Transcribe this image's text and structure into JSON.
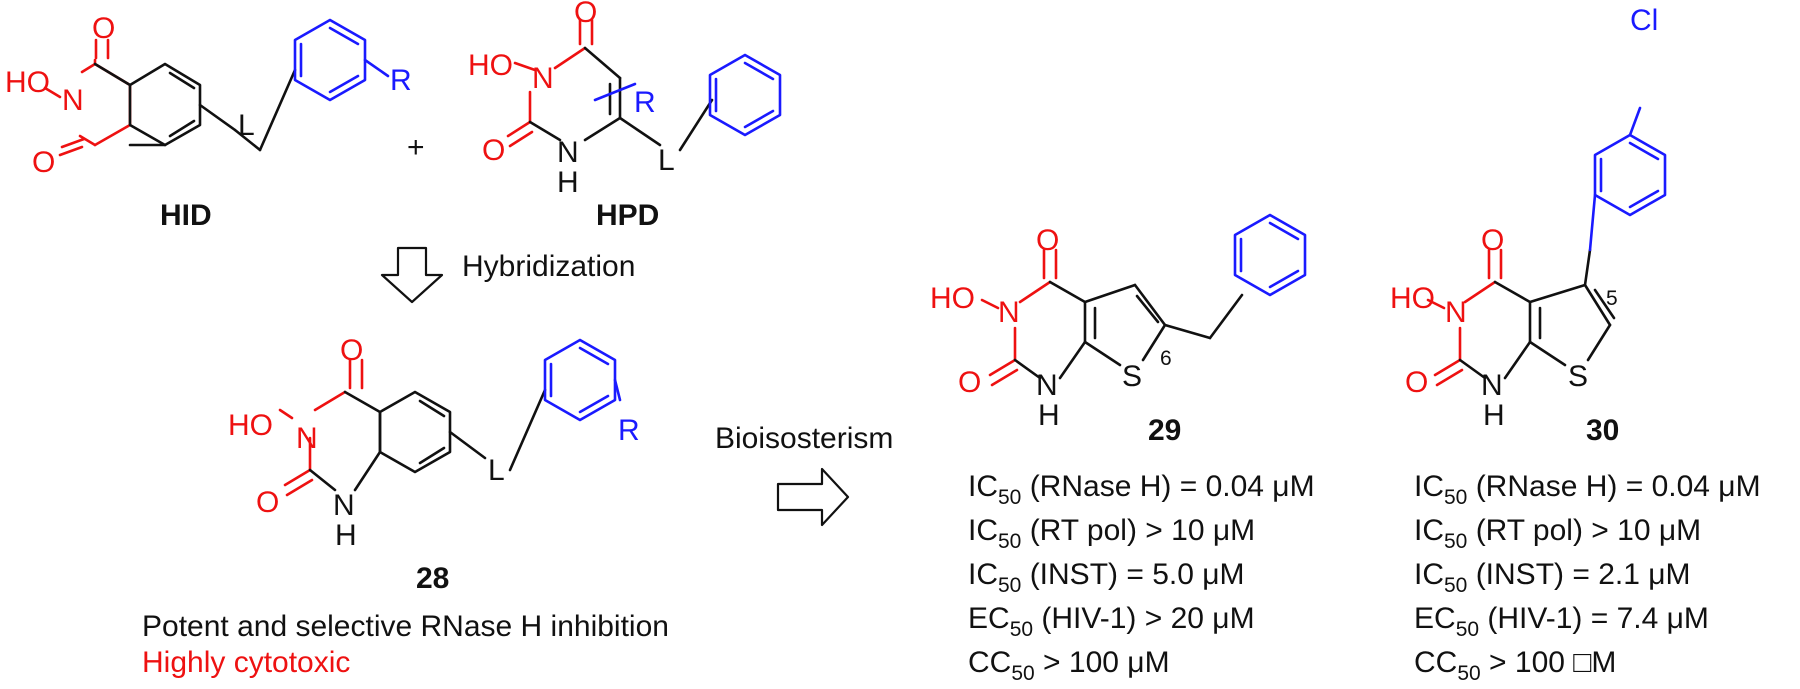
{
  "colors": {
    "core": "#ee1111",
    "aryl": "#1a1aff",
    "text": "#111111"
  },
  "atoms": {
    "ho": "HO",
    "n": "N",
    "o": "O",
    "nh_n": "N",
    "nh_h": "H",
    "l": "L",
    "r": "R",
    "s": "S",
    "cl": "Cl",
    "pos6": "6",
    "pos5": "5"
  },
  "scheme": {
    "plus": "+",
    "hid_label": "HID",
    "hpd_label": "HPD",
    "hybridization_label": "Hybridization",
    "bioisosterism_label": "Bioisosterism",
    "compound_28_label": "28",
    "compound_29_label": "29",
    "compound_30_label": "30",
    "summary_28": "Potent and selective RNase H inhibition",
    "warning_28": "Highly cytotoxic"
  },
  "activity": {
    "c29": [
      {
        "param": "IC",
        "sub": "50",
        "assay": " (RNase H) = 0.04 μM"
      },
      {
        "param": "IC",
        "sub": "50",
        "assay": " (RT pol) > 10 μM"
      },
      {
        "param": "IC",
        "sub": "50",
        "assay": " (INST) = 5.0 μM"
      },
      {
        "param": "EC",
        "sub": "50",
        "assay": " (HIV-1) > 20 μM"
      },
      {
        "param": "CC",
        "sub": "50",
        "assay": "  > 100 μM"
      }
    ],
    "c30": [
      {
        "param": "IC",
        "sub": "50",
        "assay": " (RNase H) = 0.04 μM"
      },
      {
        "param": "IC",
        "sub": "50",
        "assay": " (RT pol) > 10 μM"
      },
      {
        "param": "IC",
        "sub": "50",
        "assay": " (INST) = 2.1 μM"
      },
      {
        "param": "EC",
        "sub": "50",
        "assay": " (HIV-1) = 7.4 μM"
      },
      {
        "param": "CC",
        "sub": "50",
        "assay": "  > 100 □M"
      }
    ]
  }
}
